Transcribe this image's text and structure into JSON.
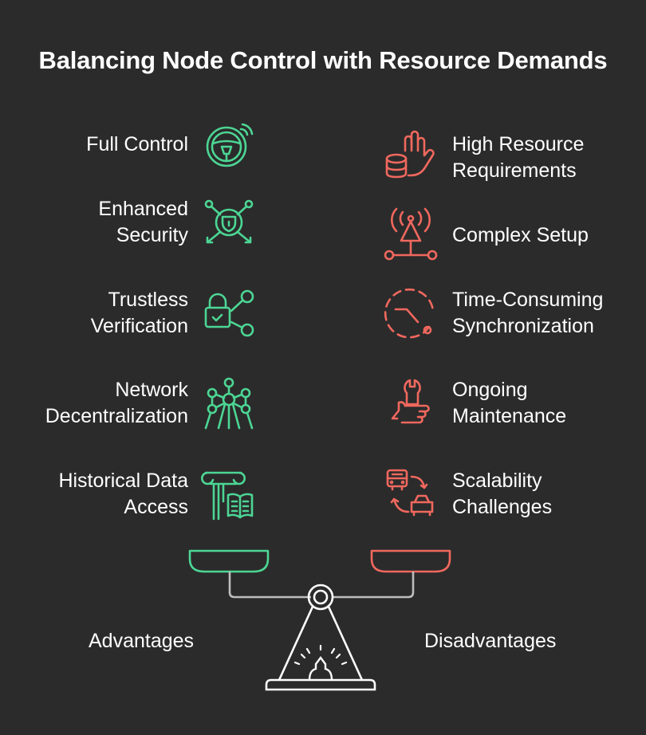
{
  "title": "Balancing Node Control with Resource Demands",
  "advantages": {
    "label": "Advantages",
    "color": "#4cd694",
    "items": [
      {
        "lines": [
          "Full Control"
        ],
        "icon": "steering-wheel-icon"
      },
      {
        "lines": [
          "Enhanced",
          "Security"
        ],
        "icon": "shield-network-icon"
      },
      {
        "lines": [
          "Trustless",
          "Verification"
        ],
        "icon": "lock-check-icon"
      },
      {
        "lines": [
          "Network",
          "Decentralization"
        ],
        "icon": "atom-network-icon"
      },
      {
        "lines": [
          "Historical Data",
          "Access"
        ],
        "icon": "column-book-icon"
      }
    ]
  },
  "disadvantages": {
    "label": "Disadvantages",
    "color": "#f0685e",
    "items": [
      {
        "lines": [
          "High Resource",
          "Requirements"
        ],
        "icon": "hand-database-icon"
      },
      {
        "lines": [
          "Complex Setup"
        ],
        "icon": "antenna-network-icon"
      },
      {
        "lines": [
          "Time-Consuming",
          "Synchronization"
        ],
        "icon": "clock-sync-icon"
      },
      {
        "lines": [
          "Ongoing",
          "Maintenance"
        ],
        "icon": "wrench-thumb-icon"
      },
      {
        "lines": [
          "Scalability",
          "Challenges"
        ],
        "icon": "vehicle-swap-icon"
      }
    ]
  }
}
